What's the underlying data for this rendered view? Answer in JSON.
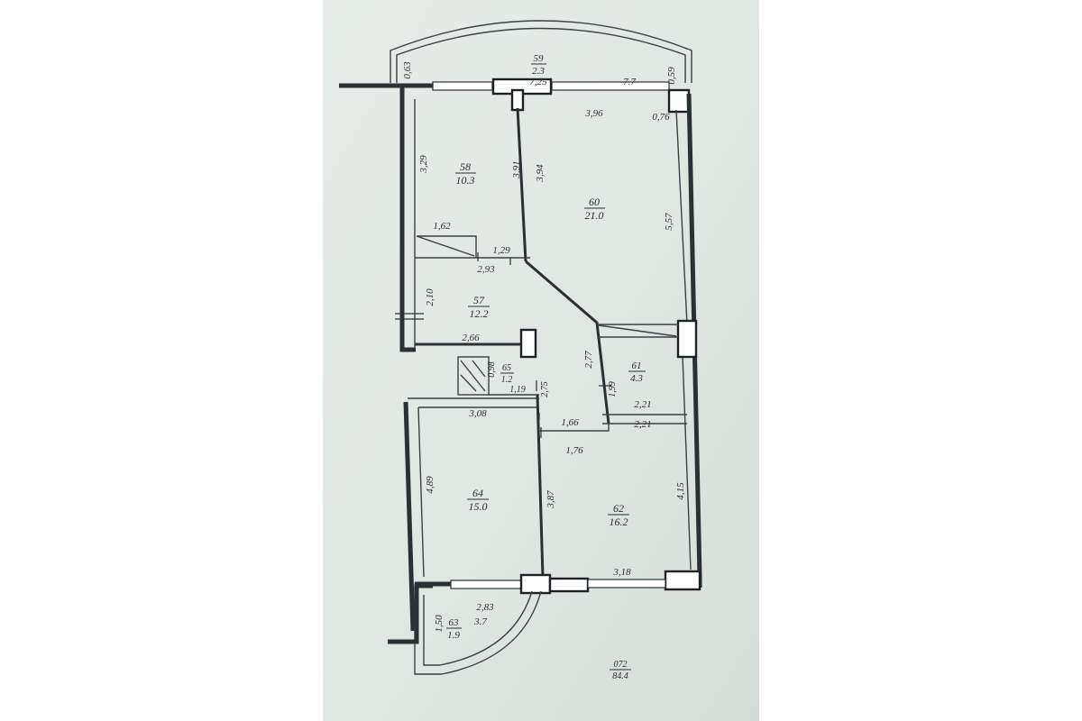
{
  "rooms": [
    {
      "id": "balcony-top",
      "number": "59",
      "area": "2.3"
    },
    {
      "id": "room-58",
      "number": "58",
      "area": "10.3"
    },
    {
      "id": "room-60",
      "number": "60",
      "area": "21.0"
    },
    {
      "id": "room-57",
      "number": "57",
      "area": "12.2"
    },
    {
      "id": "room-65",
      "number": "65",
      "area": "1.2"
    },
    {
      "id": "room-61",
      "number": "61",
      "area": "4.3"
    },
    {
      "id": "room-64",
      "number": "64",
      "area": "15.0"
    },
    {
      "id": "room-62",
      "number": "62",
      "area": "16.2"
    },
    {
      "id": "balcony-bottom",
      "number": "63",
      "area": "1.9"
    }
  ],
  "dimensions": {
    "top_0_63": "0,63",
    "top_7_25": "7,25",
    "top_7_7": "7.7",
    "top_0_59": "0,59",
    "top_3_96": "3,96",
    "top_0_76": "0,76",
    "d_3_29": "3,29",
    "d_3_91": "3,91",
    "d_3_94": "3,94",
    "d_5_57": "5,57",
    "d_1_62": "1,62",
    "d_1_29": "1,29",
    "d_2_93": "2,93",
    "d_2_10": "2,10",
    "d_2_66": "2,66",
    "d_0_98": "0,98",
    "d_1_19": "1,19",
    "d_2_75": "2,75",
    "d_2_77": "2,77",
    "d_1_99": "1,99",
    "d_2_21_a": "2,21",
    "d_2_21_b": "2,21",
    "d_3_08": "3,08",
    "d_1_66": "1,66",
    "d_1_76": "1,76",
    "d_4_89": "4,89",
    "d_3_87": "3,87",
    "d_4_15": "4,15",
    "d_3_18": "3,18",
    "d_2_83": "2,83",
    "d_1_50": "1,50",
    "d_3_7": "3.7"
  },
  "summary": {
    "code": "072",
    "total_area": "84.4"
  }
}
